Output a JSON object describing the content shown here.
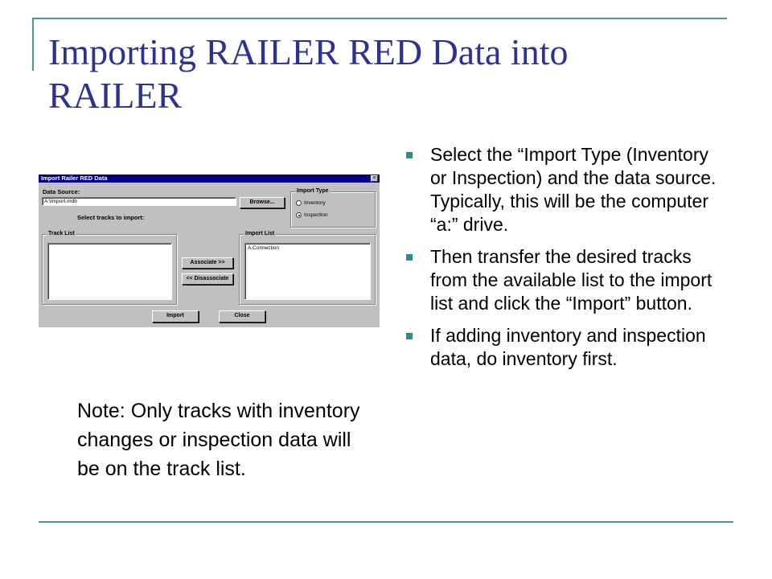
{
  "slide": {
    "title": "Importing RAILER RED Data into RAILER",
    "bullets": [
      "Select the “Import Type (Inventory or Inspection) and the data source. Typically, this will be the computer “a:” drive.",
      "Then transfer the desired tracks from the available list to the import list and click the “Import” button.",
      "If adding inventory and inspection data, do inventory first."
    ],
    "note": "Note:  Only tracks with inventory changes or inspection data will be on the track list.",
    "accent_color": "#2d3192",
    "bullet_color": "#2e8b8b"
  },
  "dialog": {
    "title": "Import Railer RED Data",
    "close_glyph": "×",
    "data_source_label": "Data Source:",
    "data_source_value": "A:\\Import.mdb",
    "browse_label": "Browse...",
    "select_tracks_label": "Select tracks to import:",
    "import_type": {
      "legend": "Import Type",
      "options": [
        "Inventory",
        "Inspection"
      ],
      "selected": "Inspection"
    },
    "track_list": {
      "legend": "Track List",
      "items": []
    },
    "import_list": {
      "legend": "Import List",
      "items": [
        "A:Connection"
      ]
    },
    "associate_label": "Associate >>",
    "disassociate_label": "<< Disassociate",
    "import_button_label": "Import",
    "close_button_label": "Close"
  }
}
